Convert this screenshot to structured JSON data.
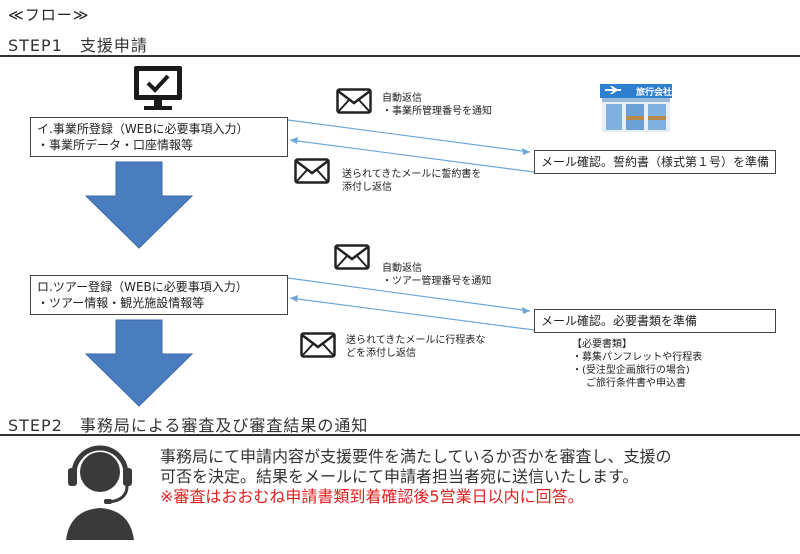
{
  "header": {
    "flow_title": "≪フロー≫",
    "step1_title": "STEP1　支援申請",
    "step2_title": "STEP2　事務局による審査及び審査結果の通知"
  },
  "step1": {
    "applicant_box": {
      "line1": "イ.事業所登録（WEBに必要事項入力）",
      "line2": "・事業所データ・口座情報等"
    },
    "auto_reply": {
      "line1": "自動返信",
      "line2": "・事業所管理番号を通知"
    },
    "reply_note": {
      "line1": "送られてきたメールに誓約書を",
      "line2": "添付し返信"
    },
    "agency_box": "メール確認。誓約書（様式第１号）を準備",
    "agency_sign": "旅行会社"
  },
  "step1b": {
    "applicant_box": {
      "line1": "ロ.ツアー登録（WEBに必要事項入力）",
      "line2": "・ツアー情報・観光施設情報等"
    },
    "auto_reply": {
      "line1": "自動返信",
      "line2": "・ツアー管理番号を通知"
    },
    "reply_note": {
      "line1": "送られてきたメールに行程表な",
      "line2": "どを添付し返信"
    },
    "agency_box": "メール確認。必要書類を準備",
    "required_docs": {
      "heading": "【必要書類】",
      "item1": "・募集パンフレットや行程表",
      "item2": "・(受注型企画旅行の場合)",
      "item3": "ご旅行条件書や申込書"
    }
  },
  "step2": {
    "line1": "事務局にて申請内容が支援要件を満たしているか否かを審査し、支援の",
    "line2": "可否を決定。結果をメールにて申請者担当者宛に送信いたします。",
    "note": "※審査はおおむね申請書類到着確認後5営業日以内に回答。"
  },
  "colors": {
    "arrow_blue": "#4a7cc0",
    "line_blue": "#6ea6d8",
    "note_red": "#e02020"
  }
}
